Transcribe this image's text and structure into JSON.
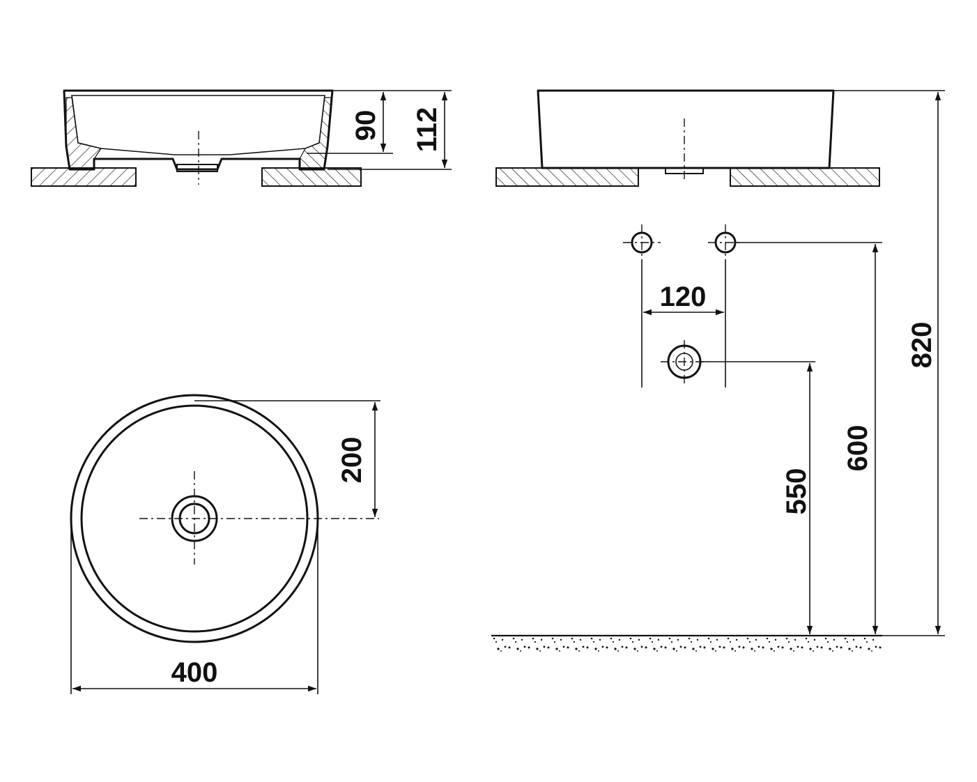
{
  "dimensions": {
    "inner_depth": "90",
    "total_height": "112",
    "radius": "200",
    "diameter": "400",
    "tap_spacing": "120",
    "drain_height": "550",
    "tap_height": "600",
    "rim_height": "820"
  }
}
